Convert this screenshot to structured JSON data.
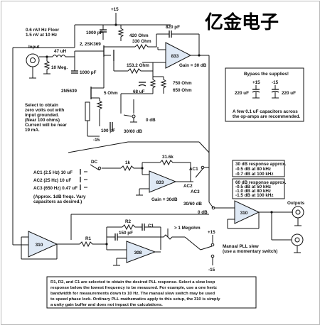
{
  "watermark": {
    "text": "亿金电子"
  },
  "header_specs": [
    "0.6 nV/ Hz Floor",
    "1.5 nV at 10 Hz"
  ],
  "labels": {
    "plus15_top": "+15",
    "c1000_top": "1000 pF",
    "r420": "420 Ohm",
    "c820": "820 pF",
    "jfet": "2, 2SK369",
    "r330": "330 Ohm",
    "input": "Input",
    "l47": "47 uH",
    "r10meg": "10 Meg.",
    "c1000_mid": "1000 pF",
    "r153": "153.2 Ohm",
    "oa1": "833",
    "gain30_1": "Gain = 30 dB",
    "r750": "750 Ohm",
    "r650": "650 Ohm",
    "c68": "68 uF",
    "q2n": "2N5639",
    "r5": "5 Ohm",
    "select_note": [
      "Select to obtain",
      "zero volts out with",
      "input grounded.",
      "(Near 100 ohms)",
      "Current will be near",
      "19 mA."
    ],
    "c100": "100 pF",
    "m15_a": "-15",
    "db3060_a": "30/60 dB",
    "db0_a": "0 dB",
    "bypass_title": "Bypass the supplies!",
    "bp_plus": "+15",
    "bp_minus": "-15",
    "c220_l": "220 uF",
    "c220_r": "220 uF",
    "bp_note": [
      "A few 0.1 uF capacitors across",
      "the op-amps are recommended."
    ],
    "dc": "DC",
    "r1k": "1k",
    "r31": "31.6k",
    "ac1": "AC1 (2.5 Hz)   10 uF",
    "ac2": "AC2 (25 Hz)   10 uF",
    "ac3": "AC3 (650 Hz)  0.47 uF",
    "approx": [
      "(Approx. 1dB freqs. Vary",
      "capacitors as desired.)"
    ],
    "oa2": "833",
    "gain30_2": "Gain = 30dB",
    "sw_ac1": "AC1",
    "sw_ac2": "AC2",
    "sw_ac3": "AC3",
    "resp30": [
      "30 dB response approx.",
      "-0.5 dB at 80 kHz",
      "-0.7 dB at 100 kHz"
    ],
    "resp60": [
      "60 dB response approx.",
      "-0.5 dB at 50 kHz",
      "-1.0 dB at 80 kHz",
      "-1.5 dB at 100 kHz"
    ],
    "db3060_b": "30/60 dB",
    "db0_b": "0 dB",
    "oa3": "310",
    "outputs": "Outputs",
    "oa4": "310",
    "r1": "R1",
    "r2": "R2",
    "c150": "150 pF",
    "c1": "C1",
    "gt1meg": "> 1 Megohm",
    "oa5": "308",
    "plus15_b": "+15",
    "m15_b": "-15",
    "manual": [
      "Manual PLL slew",
      "(use a momentary switch)"
    ],
    "bottom_note": [
      "R1, R2, and C1 are selected to obtain the desired PLL response. Select a slow loop",
      "response below the lowest frequency to be measured. For example, use a one hertz",
      "bandwidth for measurements down to 10 Hz. The manual slew switch may be used",
      "to speed phase lock. Ordinary PLL mathematics apply to this setup, the 310 is simply",
      "a unity gain buffer and does not impact the calculations."
    ]
  }
}
